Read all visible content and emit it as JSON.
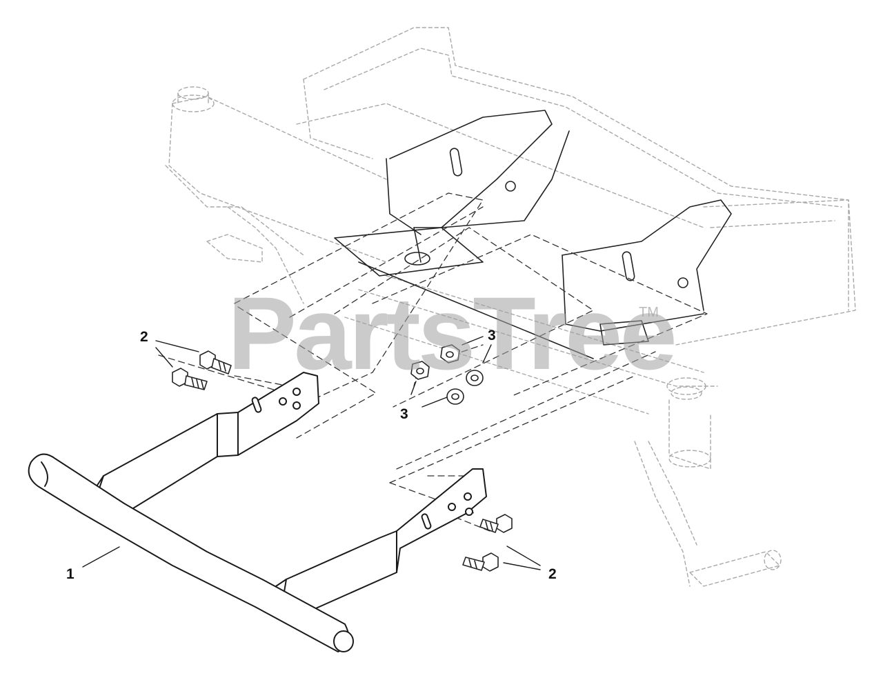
{
  "watermark": {
    "brand": "PartsTree",
    "trademark": "TM"
  },
  "callouts": {
    "front_bumper": "1",
    "hex_bolt": "2",
    "hex_nut": "3"
  },
  "colors": {
    "line": "#222222",
    "ghost": "#9a9a9a",
    "watermark": "#a0a0a0"
  }
}
